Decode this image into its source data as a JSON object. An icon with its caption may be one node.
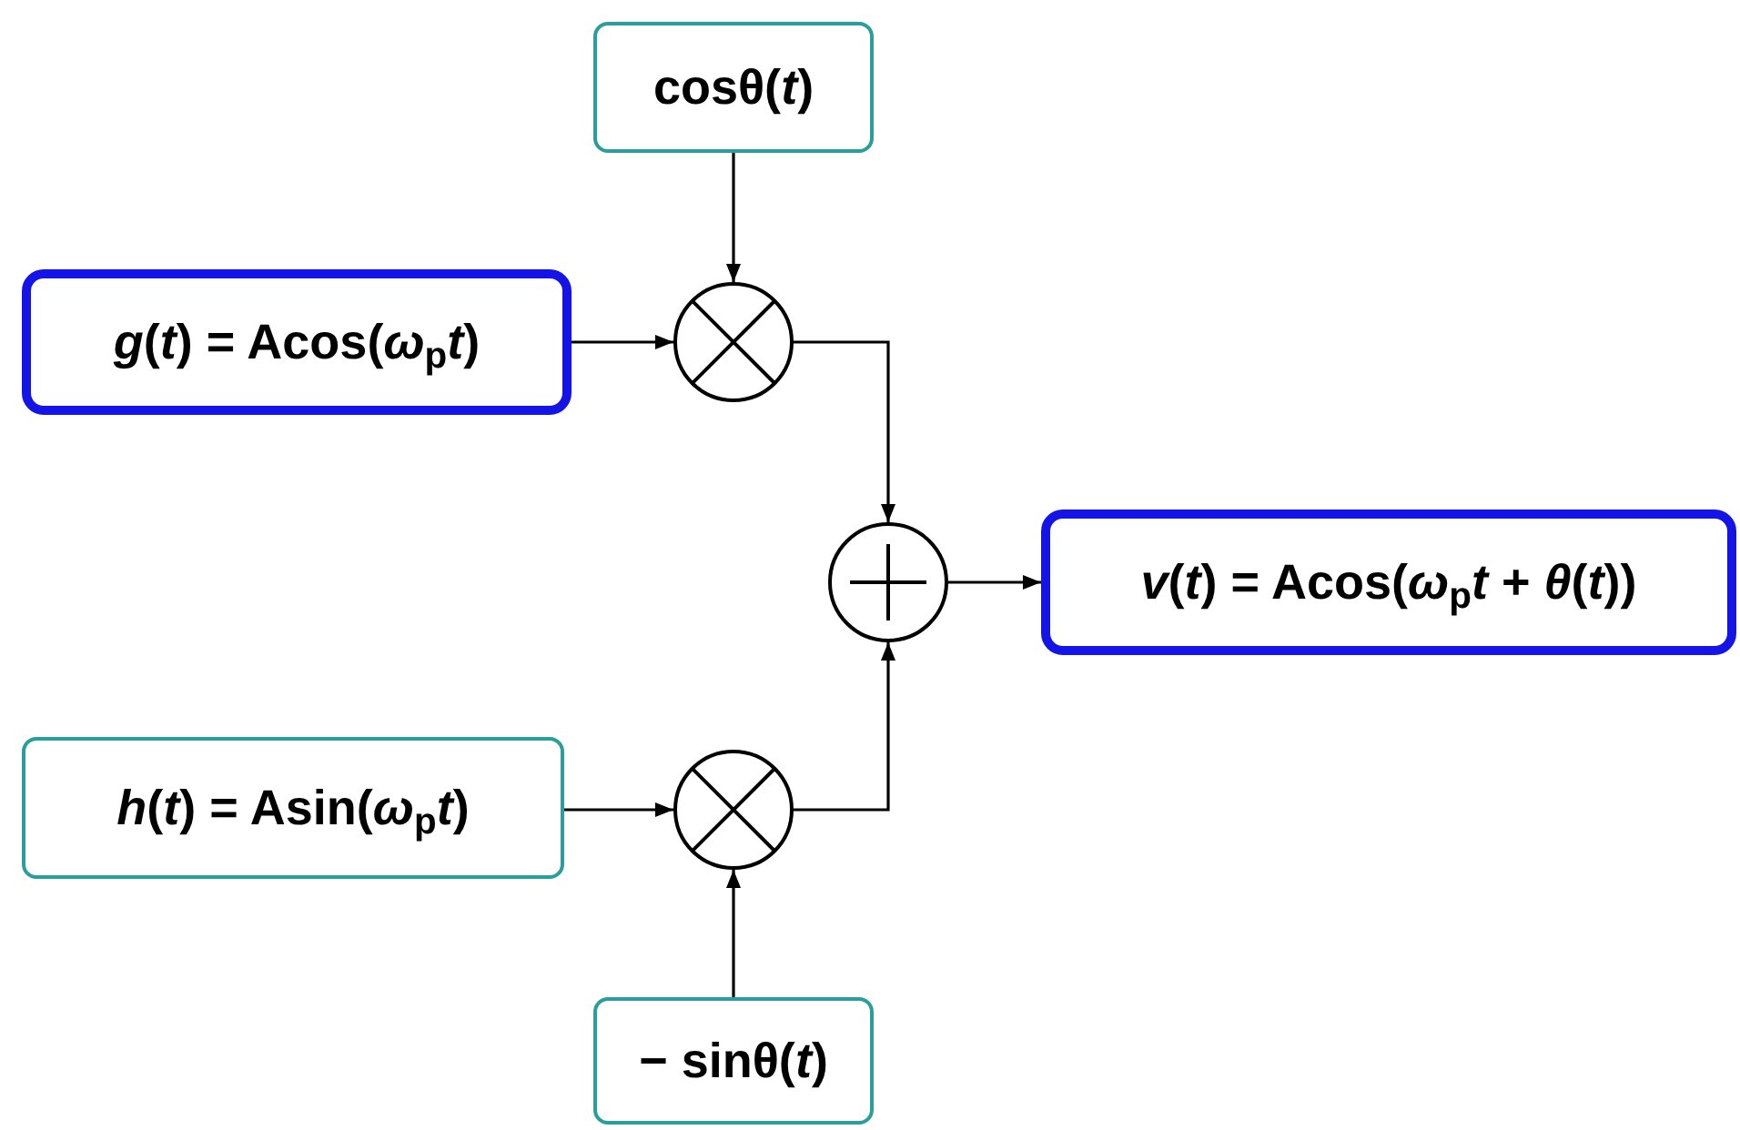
{
  "diagram": {
    "nodes": [
      {
        "text": [
          "cosθ(*t*)"
        ]
      },
      {
        "text": [
          "*g*(*t*) = Acos(*ω*$_{p}$*t*)"
        ]
      },
      {
        "text": [],
        "shape": "circle"
      },
      {
        "text": [],
        "shape": "circle"
      },
      {
        "text": [
          "*v*(*t*) = Acos(*ω*$_{p}$*t* + *θ*(*t*))"
        ]
      },
      {
        "text": [
          "*h*(*t*) = Asin(*ω*$_{p}$*t*)"
        ]
      },
      {
        "text": [],
        "shape": "circle"
      },
      {
        "text": [
          "− sinθ(*t*)"
        ]
      }
    ],
    "edges": [
      {
        "from": 0,
        "to": 2,
        "arrow": "to"
      },
      {
        "from": 1,
        "to": 2,
        "arrow": "to"
      },
      {
        "from": 2,
        "to": 3,
        "arrow": "to"
      },
      {
        "from": 6,
        "to": 3,
        "arrow": "to"
      },
      {
        "from": 5,
        "to": 6,
        "arrow": "to"
      },
      {
        "from": 7,
        "to": 6,
        "arrow": "to"
      },
      {
        "from": 3,
        "to": 4,
        "arrow": "to"
      }
    ]
  }
}
